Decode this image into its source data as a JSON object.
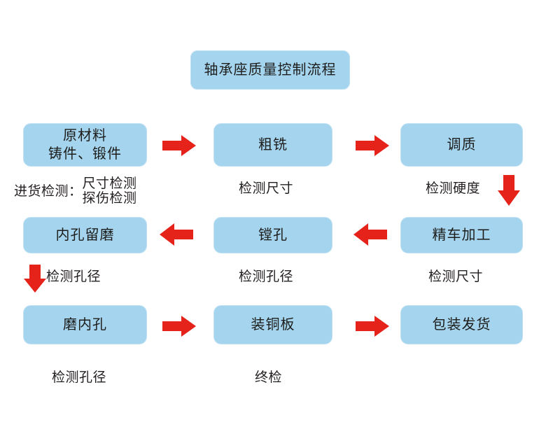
{
  "diagram": {
    "title": "轴承座质量控制流程",
    "background_color": "#ffffff",
    "box_color": "#a5d4ee",
    "arrow_color": "#e5231b",
    "text_color": "#231f20",
    "rows": [
      {
        "boxes": [
          {
            "label": "原材料\n铸件、锻件"
          },
          {
            "label": "粗铣"
          },
          {
            "label": "调质"
          }
        ],
        "captions": [
          {
            "lead": "进货检测：",
            "stack": "尺寸检测\n探伤检测"
          },
          {
            "text": "检测尺寸"
          },
          {
            "text": "检测硬度"
          }
        ],
        "arrows": [
          "right",
          "right"
        ]
      },
      {
        "boxes": [
          {
            "label": "内孔留磨"
          },
          {
            "label": "镗孔"
          },
          {
            "label": "精车加工"
          }
        ],
        "captions": [
          {
            "text": "检测孔径"
          },
          {
            "text": "检测孔径"
          },
          {
            "text": "检测尺寸"
          }
        ],
        "arrows": [
          "left",
          "left"
        ]
      },
      {
        "boxes": [
          {
            "label": "磨内孔"
          },
          {
            "label": "装铜板"
          },
          {
            "label": "包装发货"
          }
        ],
        "captions": [
          {
            "text": "检测孔径"
          },
          {
            "text": "终检"
          }
        ],
        "arrows": [
          "right",
          "right"
        ]
      }
    ],
    "connectors": [
      {
        "name": "down-arrow-right",
        "direction": "down"
      },
      {
        "name": "down-arrow-left",
        "direction": "down"
      }
    ]
  }
}
